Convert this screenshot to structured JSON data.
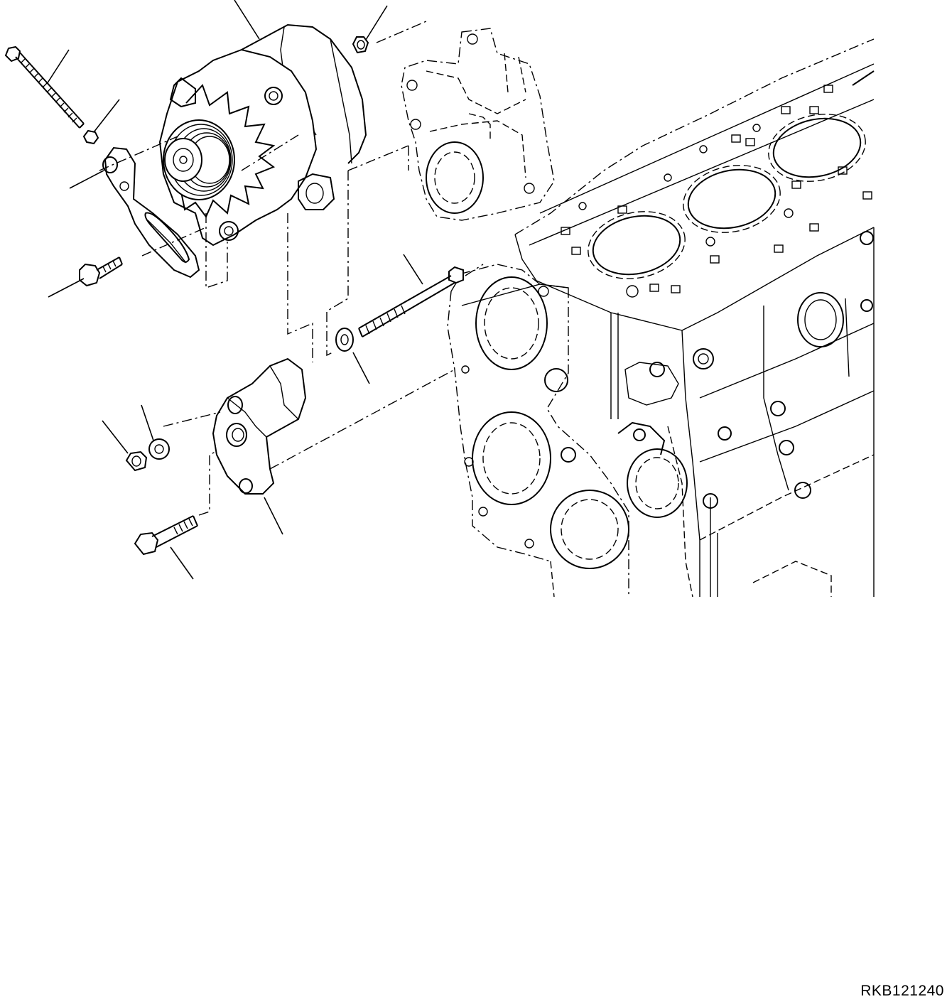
{
  "figure": {
    "code": "RKB121240"
  },
  "parts": [
    {
      "name": "alternator"
    },
    {
      "name": "adjusting-bolt"
    },
    {
      "name": "spacer-collar"
    },
    {
      "name": "adjusting-bracket"
    },
    {
      "name": "bracket-bolt"
    },
    {
      "name": "nut"
    },
    {
      "name": "through-bolt"
    },
    {
      "name": "washer"
    },
    {
      "name": "alternator-bracket"
    },
    {
      "name": "flange-nut"
    },
    {
      "name": "plain-washer"
    },
    {
      "name": "mounting-bolt"
    },
    {
      "name": "cylinder-block"
    },
    {
      "name": "water-pump-housing"
    }
  ]
}
